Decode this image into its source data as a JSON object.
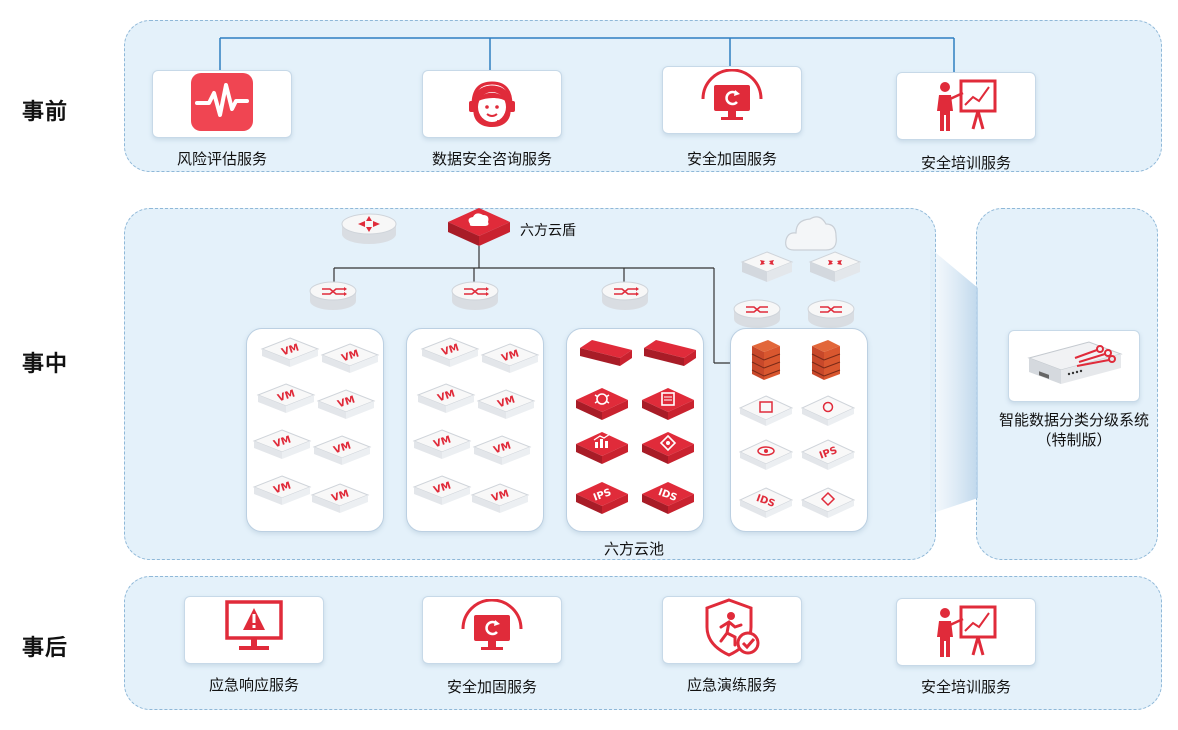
{
  "rows": {
    "before": "事前",
    "during": "事中",
    "after": "事后"
  },
  "before_services": [
    {
      "label": "风险评估服务",
      "icon": "heartbeat-monitor-icon"
    },
    {
      "label": "数据安全咨询服务",
      "icon": "customer-service-icon"
    },
    {
      "label": "安全加固服务",
      "icon": "monitor-refresh-icon"
    },
    {
      "label": "安全培训服务",
      "icon": "presenter-chart-icon"
    }
  ],
  "during": {
    "cloud_shield_label": "六方云盾",
    "cloud_pool_label": "六方云池",
    "vm_label": "VM",
    "ips_label": "IPS",
    "ids_label": "IDS",
    "classification_system_label": "智能数据分类分级系统（特制版）"
  },
  "after_services": [
    {
      "label": "应急响应服务",
      "icon": "warning-monitor-icon"
    },
    {
      "label": "安全加固服务",
      "icon": "monitor-refresh-icon"
    },
    {
      "label": "应急演练服务",
      "icon": "shield-runner-icon"
    },
    {
      "label": "安全培训服务",
      "icon": "presenter-chart-icon"
    }
  ],
  "colors": {
    "accent_red": "#e02b3a",
    "panel_fill": "#e4f1fa",
    "panel_border": "#8fb8d8",
    "line_blue": "#2f7fc1"
  }
}
